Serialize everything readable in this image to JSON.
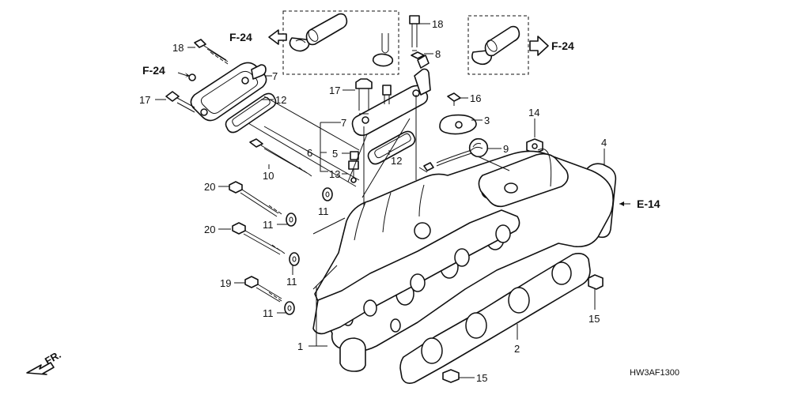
{
  "diagram": {
    "code": "HW3AF1300",
    "front_label": "FR.",
    "refs": {
      "f24_left_top": "F-24",
      "f24_left_mid": "F-24",
      "f24_right": "F-24",
      "e14": "E-14"
    },
    "part_labels": {
      "p1": "1",
      "p2": "2",
      "p3": "3",
      "p4": "4",
      "p5": "5",
      "p6": "6",
      "p7a": "7",
      "p7b": "7",
      "p8": "8",
      "p9": "9",
      "p10": "10",
      "p11a": "11",
      "p11b": "11",
      "p11c": "11",
      "p11d": "11",
      "p12a": "12",
      "p12b": "12",
      "p13": "13",
      "p14": "14",
      "p15a": "15",
      "p15b": "15",
      "p16": "16",
      "p17a": "17",
      "p17b": "17",
      "p18a": "18",
      "p18b": "18",
      "p19": "19",
      "p20a": "20",
      "p20b": "20"
    }
  }
}
